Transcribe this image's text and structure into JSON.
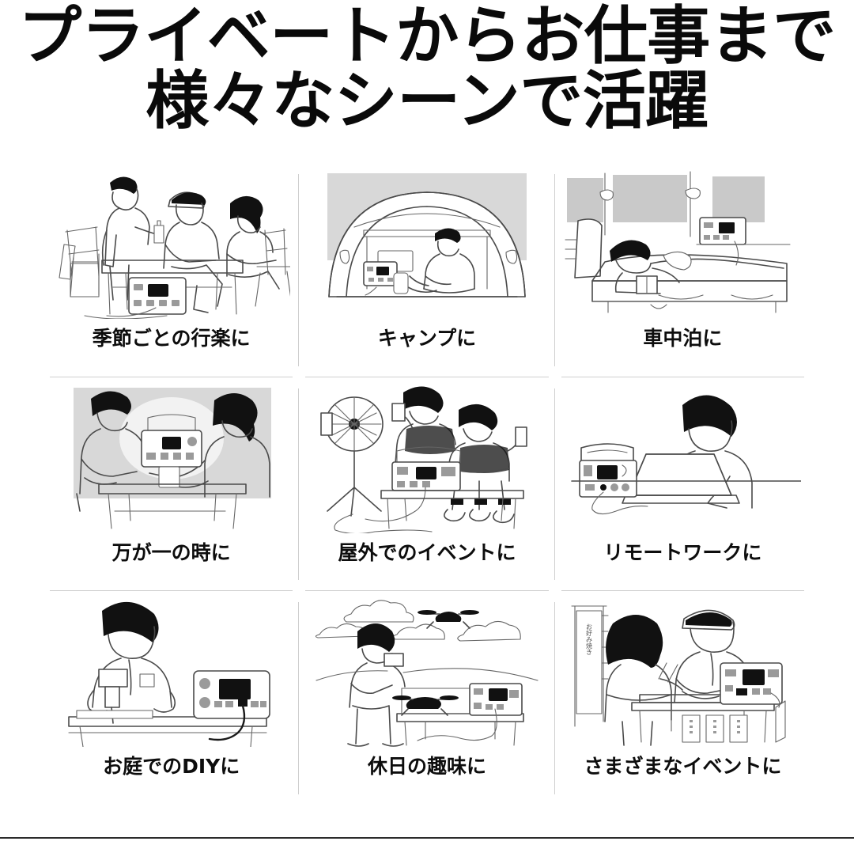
{
  "headline": {
    "line1": "プライベートからお仕事まで",
    "line2": "様々なシーンで活躍"
  },
  "grid": {
    "columns": 3,
    "rows": 3,
    "cells": [
      {
        "id": "outing",
        "caption": "季節ごとの行楽に",
        "scene": "people-picnic-table-power-station"
      },
      {
        "id": "camping",
        "caption": "キャンプに",
        "scene": "dome-tent-person-inside"
      },
      {
        "id": "car-camping",
        "caption": "車中泊に",
        "scene": "sleeping-in-car-reading"
      },
      {
        "id": "emergency",
        "caption": "万が一の時に",
        "scene": "couple-at-table-with-device"
      },
      {
        "id": "outdoor-event",
        "caption": "屋外でのイベントに",
        "scene": "kids-with-fan-and-power-station"
      },
      {
        "id": "remote-work",
        "caption": "リモートワークに",
        "scene": "man-laptop-power-station"
      },
      {
        "id": "garden-diy",
        "caption": "お庭でのDIYに",
        "scene": "man-drilling-workbench"
      },
      {
        "id": "hobby",
        "caption": "休日の趣味に",
        "scene": "drone-flying-outdoors"
      },
      {
        "id": "events",
        "caption": "さまざまなイベントに",
        "scene": "food-stall-okonomiyaki"
      }
    ]
  },
  "scene_text": {
    "stall_banner": "お好み焼き"
  },
  "colors": {
    "background": "#ffffff",
    "title": "#0a0a0a",
    "caption": "#0d0d0d",
    "line_art": "#4a4a4a",
    "divider": "#cfcfcf",
    "bottom_rule": "#2b2b2b",
    "screen": "#111111",
    "shade": "#d8d8d8"
  }
}
